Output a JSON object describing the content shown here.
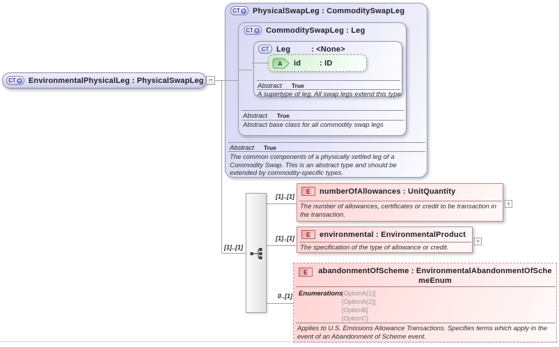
{
  "root": {
    "badge": "CT",
    "label": "EnvironmentalPhysicalLeg : PhysicalSwapLeg",
    "collapse_glyph": "−",
    "cardinality": "[1]..[1]"
  },
  "physicalSwapLeg": {
    "badge": "CT",
    "label": "PhysicalSwapLeg : CommoditySwapLeg",
    "abstract_label": "Abstract",
    "abstract_value": "True",
    "doc": "The common components of a physically settled leg of a Commodity Swap. This is an abstract type and should be extended by commodity-specific types."
  },
  "commoditySwapLeg": {
    "badge": "CT",
    "label": "CommoditySwapLeg : Leg",
    "abstract_label": "Abstract",
    "abstract_value": "True",
    "doc": "Abstract base class for all commodity swap legs"
  },
  "leg": {
    "badge": "CT",
    "name": "Leg",
    "type": ": <None>",
    "abstract_label": "Abstract",
    "abstract_value": "True",
    "doc": "A supertype of leg. All swap legs extend this type.",
    "attribute": {
      "badge": "A",
      "name": "id",
      "type": ": ID"
    }
  },
  "children": [
    {
      "badge": "E",
      "label": "numberOfAllowances : UnitQuantity",
      "cardinality": "[1]..[1]",
      "doc": "The number of allowances, certificates or credit to be transaction in the transaction.",
      "expand_glyph": "+"
    },
    {
      "badge": "E",
      "label": "environmental : EnvironmentalProduct",
      "cardinality": "[1]..[1]",
      "doc": "The specification of the type of allowance or credit.",
      "expand_glyph": "+"
    },
    {
      "badge": "E",
      "label": "abandonmentOfScheme : EnvironmentalAbandonmentOfSchemeEnum",
      "cardinality": "0..[1]",
      "enumerations_label": "Enumerations",
      "enumerations": [
        "[OptionA(1)]",
        "[OptionA(2)]",
        "[OptionB]",
        "[OptionC]"
      ],
      "doc": "Applies to U.S. Emissions Allowance Transactions. Specifies terms which apply in the event of an Abandonment of Scheme event."
    }
  ],
  "colors": {
    "complex_type_fill": "#d8d8f2",
    "element_fill": "#ffd6d6",
    "attribute_fill": "#cfeecf",
    "connector_line": "#a0a0a0",
    "badge_ct_border": "#7d7dbd",
    "badge_e_border": "#9c6a6a"
  }
}
